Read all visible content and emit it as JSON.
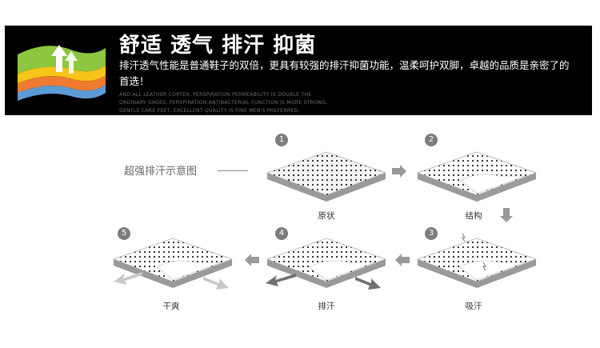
{
  "header": {
    "title": "舒适 透气 排汗 抑菌",
    "description": "排汗透气性能是普通鞋子的双倍，更具有较强的排汗抑菌功能，温柔呵护双脚，卓越的品质是亲密了的首选！",
    "english_lines": [
      "AND ALL LEATHER CORTEX, PERSPIRATION PERMEABILITY IS DOUBLE THE",
      "ORDINARY SHOES, PERSPIRATION ANTIBACTERIAL FUNCTION IS MORE STRONG,",
      "GENTLE CARE FEET, EXCELLENT QUALITY IS FINE MEN'S PREFERRED."
    ]
  },
  "diagram": {
    "label": "超强排汗示意图",
    "steps": [
      {
        "number": "1",
        "caption": "原状"
      },
      {
        "number": "2",
        "caption": "结构"
      },
      {
        "number": "3",
        "caption": "吸汗"
      },
      {
        "number": "4",
        "caption": "排汗"
      },
      {
        "number": "5",
        "caption": "干爽"
      }
    ]
  },
  "colors": {
    "banner_bg": "#000000",
    "layer_green": "#8dc63f",
    "layer_yellow": "#f5c518",
    "layer_orange": "#ee7b30",
    "layer_blue": "#5b9bd5",
    "pad_face": "#f4f4f4",
    "pad_side": "#9a9a9a",
    "step_circle": "#7d7d7d",
    "arrow_gray": "#8a8a8a"
  }
}
